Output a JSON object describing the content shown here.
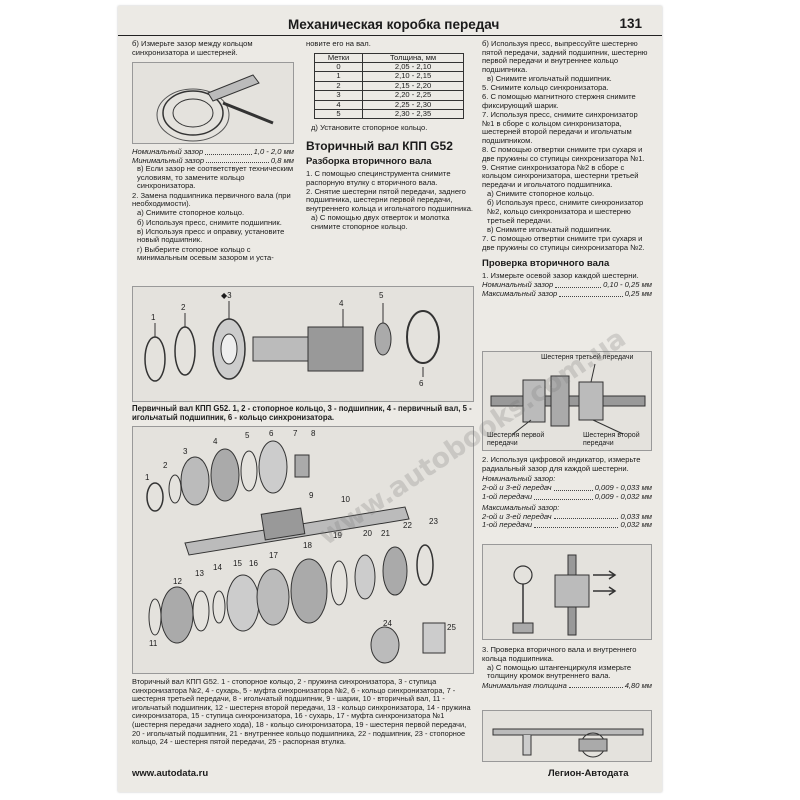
{
  "header": {
    "title": "Механическая коробка передач",
    "page_number": "131"
  },
  "col1": {
    "step_b": "б) Измерьте зазор между кольцом синхронизатора и шестерней.",
    "spec_nominal_label": "Номинальный зазор",
    "spec_nominal_value": "1,0 - 2,0 мм",
    "spec_min_label": "Минимальный зазор",
    "spec_min_value": "0,8 мм",
    "step_v": "в) Если зазор не соответствует техническим условиям, то замените кольцо синхронизатора.",
    "item2": "2. Замена подшипника первичного вала (при необходимости).",
    "item2a": "а) Снимите стопорное кольцо.",
    "item2b": "б) Используя пресс, снимите подшипник.",
    "item2v": "в) Используя пресс и оправку, установите новый подшипник.",
    "item2g": "г) Выберите стопорное кольцо с минимальным осевым зазором и уста-"
  },
  "col2": {
    "cont": "новите его на вал.",
    "table_headers": [
      "Метки",
      "Толщина, мм"
    ],
    "table_rows": [
      [
        "0",
        "2,05 - 2,10"
      ],
      [
        "1",
        "2,10 - 2,15"
      ],
      [
        "2",
        "2,15 - 2,20"
      ],
      [
        "3",
        "2,20 - 2,25"
      ],
      [
        "4",
        "2,25 - 2,30"
      ],
      [
        "5",
        "2,30 - 2,35"
      ]
    ],
    "step_d": "д) Установите стопорное кольцо.",
    "section_title": "Вторичный вал КПП G52",
    "subsection_title": "Разборка вторичного вала",
    "p1": "1. С помощью специнструмента снимите распорную втулку с вторичного вала.",
    "p2": "2. Снятие шестерни пятой передачи, заднего подшипника, шестерни первой передачи, внутреннего кольца и игольчатого подшипника.",
    "p2a": "а) С помощью двух отверток и молотка снимите стопорное кольцо."
  },
  "col3": {
    "p_b": "б) Используя пресс, выпрессуйте шестерню пятой передачи, задний подшипник, шестерню первой передачи и внутреннее кольцо подшипника.",
    "p_v": "в) Снимите игольчатый подшипник.",
    "p5": "5. Снимите кольцо синхронизатора.",
    "p6": "6. С помощью магнитного стержня снимите фиксирующий шарик.",
    "p7": "7. Используя пресс, снимите синхронизатор №1 в сборе с кольцом синхронизатора, шестерней второй передачи и игольчатым подшипником.",
    "p8": "8. С помощью отвертки снимите три сухаря и две пружины со ступицы синхронизатора №1.",
    "p9": "9. Снятие синхронизатора №2 в сборе с кольцом синхронизатора, шестерни третьей передачи и игольчатого подшипника.",
    "p9a": "а) Снимите стопорное кольцо.",
    "p9b": "б) Используя пресс, снимите синхронизатор №2, кольцо синхронизатора и шестерню третьей передачи.",
    "p9v": "в) Снимите игольчатый подшипник.",
    "p7b": "7. С помощью отвертки снимите три сухаря и две пружины со ступицы синхронизатора №2.",
    "check_title": "Проверка вторичного вала",
    "c1": "1. Измерьте осевой зазор каждой шестерни.",
    "c1_nom_label": "Номинальный зазор",
    "c1_nom_value": "0,10 - 0,25 мм",
    "c1_max_label": "Максимальный зазор",
    "c1_max_value": "0,25 мм",
    "fig_label_top": "Шестерня третьей передачи",
    "fig_label_left": "Шестерня первой передачи",
    "fig_label_right": "Шестерня второй передачи",
    "c2": "2. Используя цифровой индикатор, измерьте радиальный зазор для каждой шестерни.",
    "c2_nom_title": "Номинальный зазор:",
    "c2_nom_row1_label": "2-ой и 3-ей передач",
    "c2_nom_row1_value": "0,009 - 0,033 мм",
    "c2_nom_row2_label": "1-ой передачи",
    "c2_nom_row2_value": "0,009 - 0,032 мм",
    "c2_max_title": "Максимальный зазор:",
    "c2_max_row1_label": "2-ой и 3-ей передач",
    "c2_max_row1_value": "0,033 мм",
    "c2_max_row2_label": "1-ой передачи",
    "c2_max_row2_value": "0,032 мм",
    "c3": "3. Проверка вторичного вала и внутреннего кольца подшипника.",
    "c3a": "а) С помощью штангенциркуля измерьте толщину кромок внутреннего вала.",
    "c3_min_label": "Минимальная толщина",
    "c3_min_value": "4,80 мм"
  },
  "figure1": {
    "numbers": [
      "1",
      "2",
      "◆3",
      "4",
      "5",
      "6"
    ],
    "caption_bold": "Первичный вал КПП G52. 1, 2 - стопорное кольцо, 3 - подшипник, 4 - первичный вал, 5 - игольчатый подшипник, 6 - кольцо синхронизатора."
  },
  "figure2": {
    "numbers": [
      "1",
      "2",
      "3",
      "4",
      "5",
      "6",
      "7",
      "8",
      "9",
      "10",
      "11",
      "12",
      "13",
      "14",
      "15",
      "16",
      "17",
      "18",
      "19",
      "20",
      "21",
      "22",
      "23",
      "24",
      "25"
    ],
    "caption": "Вторичный вал КПП G52. 1 - стопорное кольцо, 2 - пружина синхронизатора, 3 - ступица синхронизатора №2, 4 - сухарь, 5 - муфта синхронизатора №2, 6 - кольцо синхронизатора, 7 - шестерня третьей передачи, 8 - игольчатый подшипник, 9 - шарик, 10 - вторичный вал, 11 - игольчатый подшипник, 12 - шестерня второй передачи, 13 - кольцо синхронизатора, 14 - пружина синхронизатора, 15 - ступица синхронизатора, 16 - сухарь, 17 - муфта синхронизатора №1 (шестерня передачи заднего хода), 18 - кольцо синхронизатора, 19 - шестерня первой передачи, 20 - игольчатый подшипник, 21 - внутреннее кольцо подшипника, 22 - подшипник, 23 - стопорное кольцо, 24 - шестерня пятой передачи, 25 - распорная втулка."
  },
  "watermark": "www.autobooks.com.ua",
  "footer": {
    "left": "www.autodata.ru",
    "right": "Легион-Автодата"
  },
  "colors": {
    "page_bg": "#eceae5",
    "text": "#1b1b1b",
    "figure_bg": "#e4e2dd"
  }
}
